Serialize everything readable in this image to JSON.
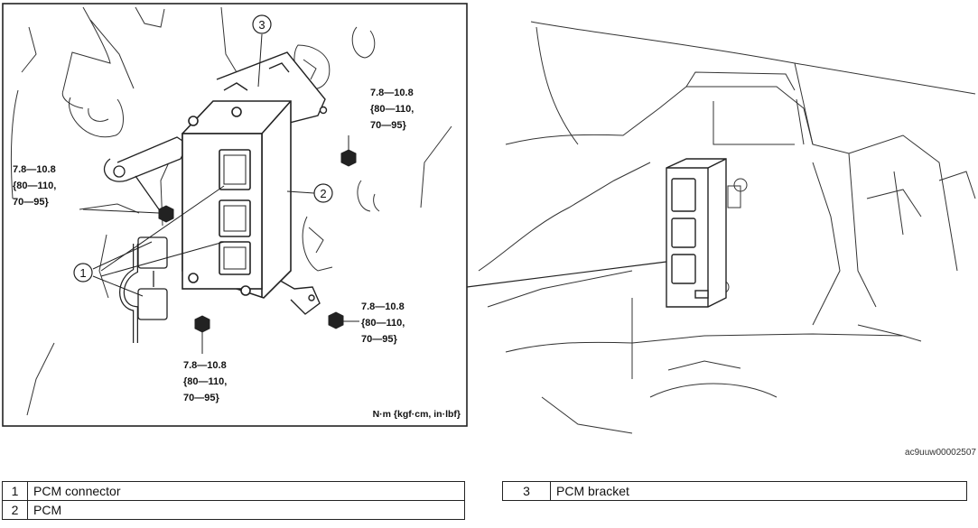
{
  "callouts": {
    "c1": "1",
    "c2": "2",
    "c3": "3"
  },
  "torque_specs": [
    {
      "line1": "7.8—10.8",
      "line2": "{80—110,",
      "line3": "70—95}"
    },
    {
      "line1": "7.8—10.8",
      "line2": "{80—110,",
      "line3": "70—95}"
    },
    {
      "line1": "7.8—10.8",
      "line2": "{80—110,",
      "line3": "70—95}"
    },
    {
      "line1": "7.8—10.8",
      "line2": "{80—110,",
      "line3": "70—95}"
    }
  ],
  "units_label": "N·m {kgf·cm, in·lbf}",
  "figure_id": "ac9uuw00002507",
  "legend": [
    {
      "num": "1",
      "label": "PCM connector"
    },
    {
      "num": "2",
      "label": "PCM"
    },
    {
      "num": "3",
      "label": "PCM bracket"
    }
  ]
}
